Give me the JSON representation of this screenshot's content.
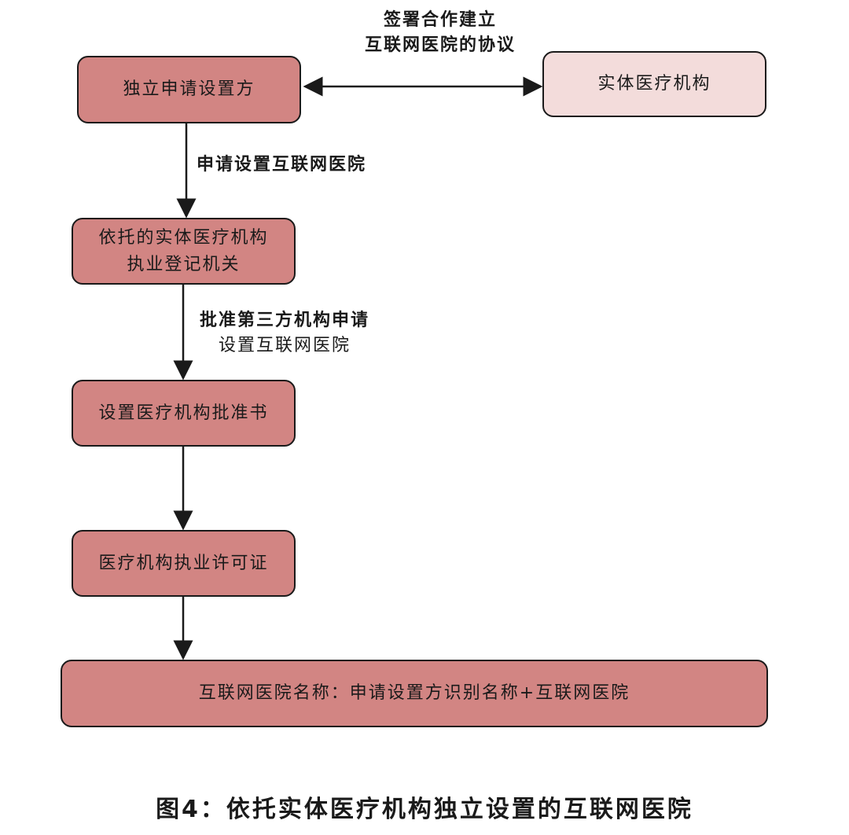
{
  "nodes": {
    "applicant": "独立申请设置方",
    "physical_institution": "实体医疗机构",
    "registration_authority": [
      "依托的实体医疗机构",
      "执业登记机关"
    ],
    "approval_letter": "设置医疗机构批准书",
    "practice_license": "医疗机构执业许可证",
    "naming": "互联网医院名称：申请设置方识别名称+互联网医院"
  },
  "edges": {
    "agreement": [
      "签署合作建立",
      "互联网医院的协议"
    ],
    "apply": "申请设置互联网医院",
    "approve_line1": "批准第三方机构申请",
    "approve_line2": "设置互联网医院"
  },
  "caption": "图4：依托实体医疗机构独立设置的互联网医院",
  "colors": {
    "node_fill": "#d28583",
    "node_fill_light": "#f3dcdb",
    "stroke": "#1a1a1a"
  }
}
